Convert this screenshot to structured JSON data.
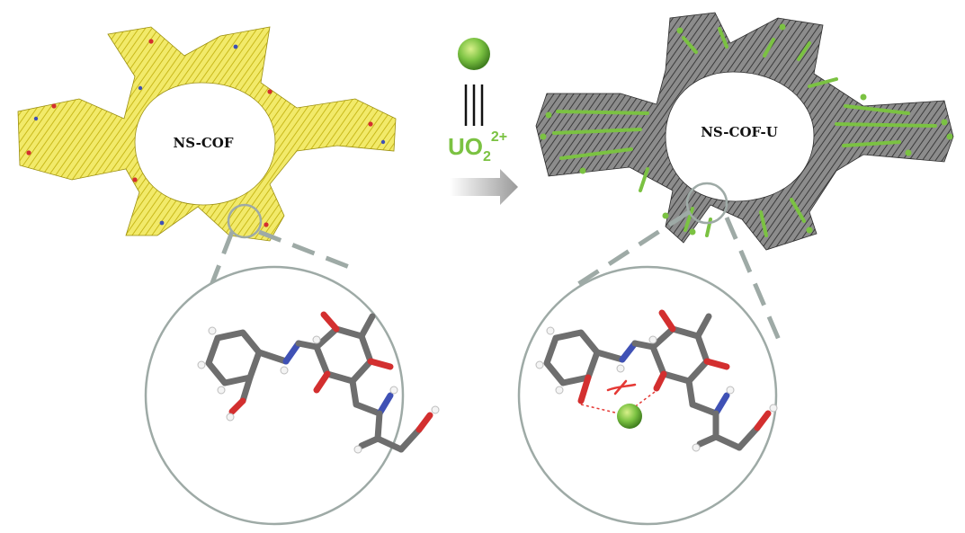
{
  "left_framework": {
    "label": "NS-COF"
  },
  "right_framework": {
    "label": "NS-COF-U"
  },
  "reaction": {
    "ion_base": "UO",
    "ion_subscript": "2",
    "ion_superscript": "2+"
  },
  "colors": {
    "cof_yellow": "#e6d82a",
    "stick_gray": "#6e6e6e",
    "oxygen_red": "#d32f2f",
    "nitrogen_blue": "#3f51b5",
    "hydrogen_white": "#f4f4f4",
    "uranyl_green": "#7bc242",
    "zoom_circle": "#9eaaa6",
    "arrow_gray": "#c8c8c8"
  },
  "icons": {
    "uranyl_ion": "green-sphere-icon",
    "triple_bond": "triple-line-icon",
    "transform_arrow": "gradient-arrow-icon",
    "blocked_interaction": "red-cross-icon"
  }
}
